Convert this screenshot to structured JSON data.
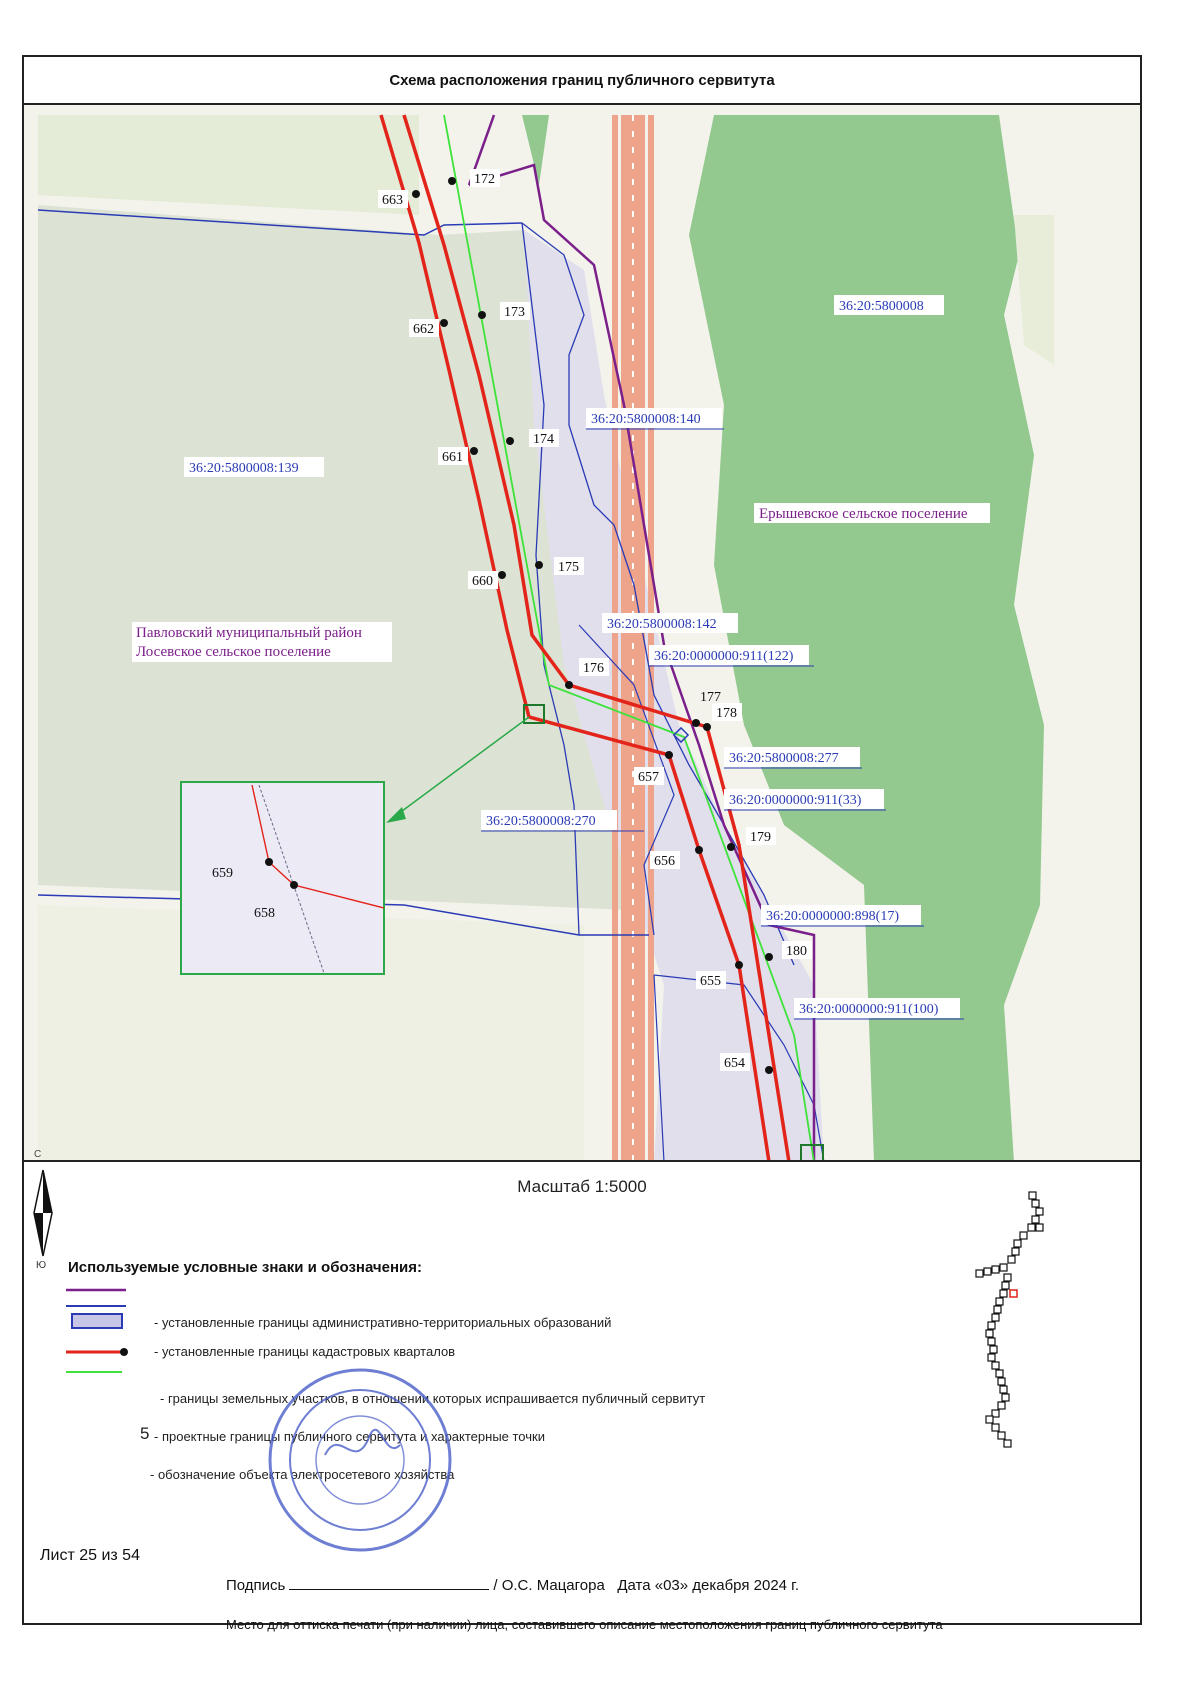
{
  "title": "Схема расположения границ публичного сервитута",
  "map": {
    "labels": {
      "parcel_139": "36:20:5800008:139",
      "quarter_58": "36:20:5800008",
      "parcel_140": "36:20:5800008:140",
      "parcel_142": "36:20:5800008:142",
      "parcel_911_122": "36:20:0000000:911(122)",
      "parcel_277": "36:20:5800008:277",
      "parcel_911_33": "36:20:0000000:911(33)",
      "parcel_270": "36:20:5800008:270",
      "parcel_898_17": "36:20:0000000:898(17)",
      "parcel_911_100": "36:20:0000000:911(100)",
      "district_1": "Павловский муниципальный район",
      "district_2": "Лосевское сельское поселение",
      "settlement_east": "Ерышевское сельское поселение",
      "compass_north": "С",
      "compass_south": "Ю"
    },
    "points_right": [
      "172",
      "173",
      "174",
      "175",
      "176",
      "177",
      "178",
      "179",
      "180"
    ],
    "points_left": [
      "663",
      "662",
      "661",
      "660",
      "657",
      "656",
      "655",
      "654"
    ],
    "inset_points": [
      "659",
      "658"
    ]
  },
  "legend": {
    "scale": "Масштаб 1:5000",
    "title": "Используемые условные знаки и обозначения:",
    "items": [
      "- установленные границы административно-территориальных образований",
      "- установленные границы кадастровых кварталов",
      "- границы земельных участков, в отношении которых испрашивается публичный сервитут",
      "- проектные границы публичного сервитута и характерные точки",
      "- обозначение объекта электросетевого хозяйства"
    ],
    "point_sample": "5"
  },
  "footer": {
    "sheet": "Лист 25 из 54",
    "signature_label": "Подпись",
    "signer": "/ О.С. Мацагора",
    "date": "Дата «03» декабря 2024 г.",
    "stamp_note": "Место для оттиска печати (при наличии) лица, составившего описание местоположения границ публичного сервитута"
  },
  "colors": {
    "servitude": "#e3241b",
    "object": "#3ee23a",
    "admin": "#7b1f8a",
    "quarter": "#2a3bb5",
    "forest": "#8ec98a",
    "field": "#dfe6d2",
    "road": "#eea48a"
  }
}
